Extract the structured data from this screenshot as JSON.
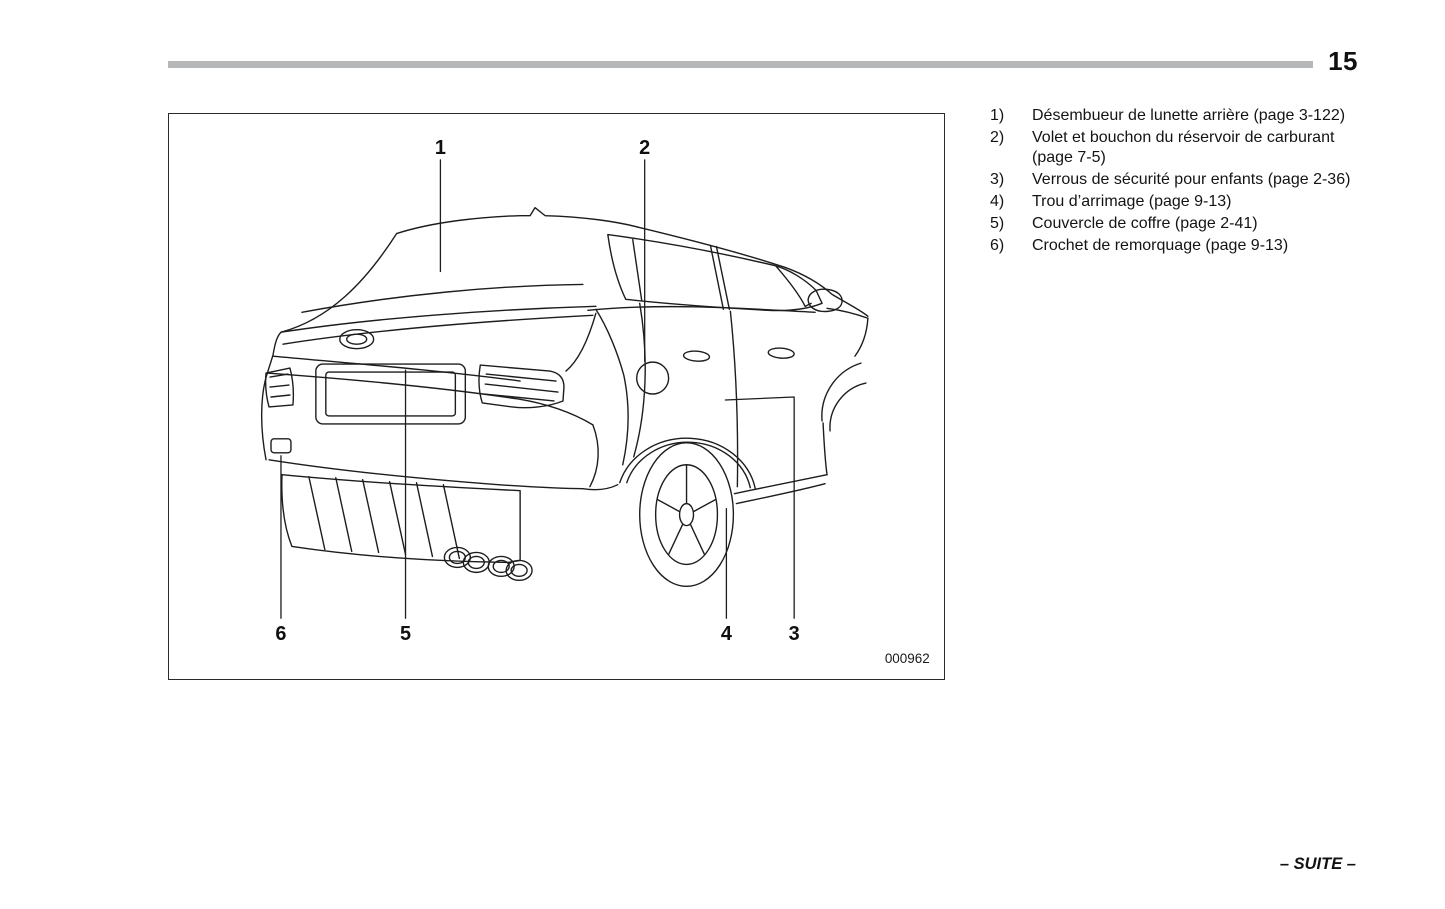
{
  "page": {
    "number": "15",
    "continuation": "– SUITE –"
  },
  "figure": {
    "code": "000962",
    "callout_labels": {
      "c1": "1",
      "c2": "2",
      "c3": "3",
      "c4": "4",
      "c5": "5",
      "c6": "6"
    }
  },
  "legend": {
    "items": [
      {
        "num": "1)",
        "text": "Désembueur de lunette arrière (page 3-122)"
      },
      {
        "num": "2)",
        "text": "Volet et bouchon du réservoir de carbu­rant (page 7-5)"
      },
      {
        "num": "3)",
        "text": "Verrous de sécurité pour enfants (page 2-36)"
      },
      {
        "num": "4)",
        "text": "Trou d’arrimage (page 9-13)"
      },
      {
        "num": "5)",
        "text": "Couvercle de coffre (page 2-41)"
      },
      {
        "num": "6)",
        "text": "Crochet de remorquage (page 9-13)"
      }
    ]
  }
}
